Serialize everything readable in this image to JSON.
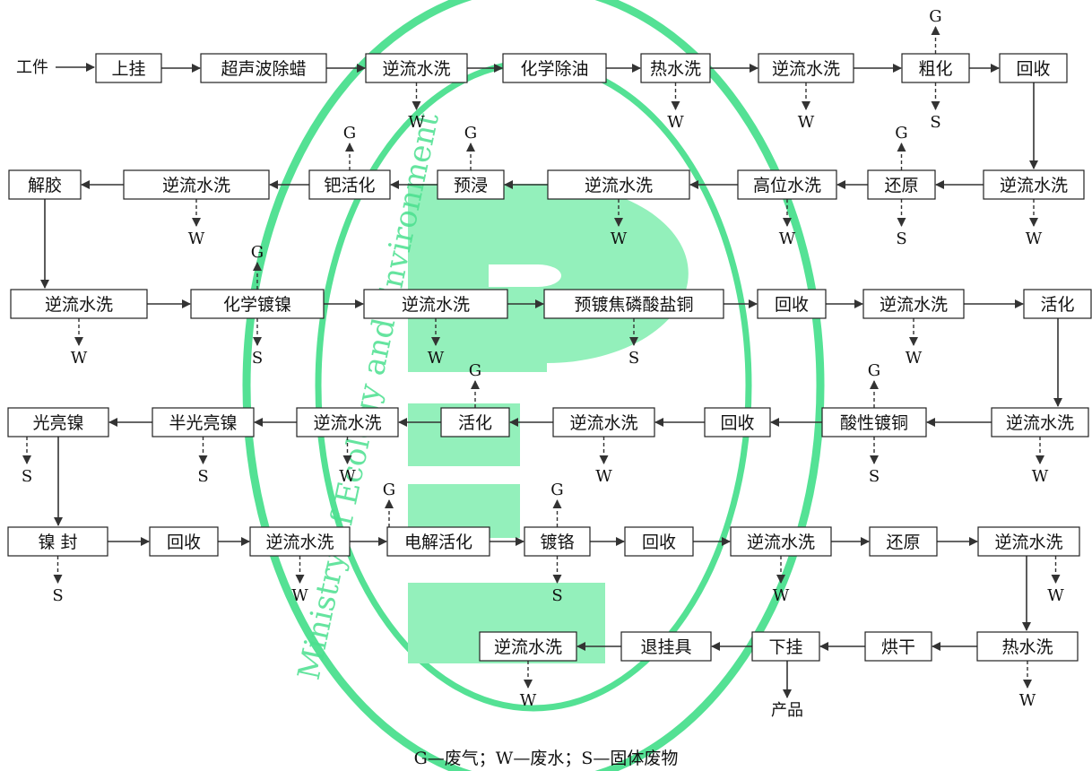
{
  "watermark": {
    "text": "Ministry of Ecology and Environment",
    "color": "#3ddc84"
  },
  "input_label": "工件",
  "rows": [
    [
      "上挂",
      "超声波除蜡",
      "逆流水洗",
      "化学除油",
      "热水洗",
      "逆流水洗",
      "粗化",
      "回收"
    ],
    [
      "逆流水洗",
      "还原",
      "高位水洗",
      "逆流水洗",
      "预浸",
      "钯活化",
      "逆流水洗",
      "解胶"
    ],
    [
      "逆流水洗",
      "化学镀镍",
      "逆流水洗",
      "预镀焦磷酸盐铜",
      "回收",
      "逆流水洗",
      "活化"
    ],
    [
      "逆流水洗",
      "酸性镀铜",
      "回收",
      "逆流水洗",
      "活化",
      "逆流水洗",
      "半光亮镍",
      "光亮镍"
    ],
    [
      "镍 封",
      "回收",
      "逆流水洗",
      "电解活化",
      "镀铬",
      "回收",
      "逆流水洗",
      "还原",
      "逆流水洗"
    ],
    [
      "热水洗",
      "烘干",
      "下挂",
      "退挂具",
      "逆流水洗"
    ]
  ],
  "marks": {
    "G": "G",
    "W": "W",
    "S": "S"
  },
  "product_label": "产品",
  "legend": "G—废气；W—废水；S—固体废物"
}
